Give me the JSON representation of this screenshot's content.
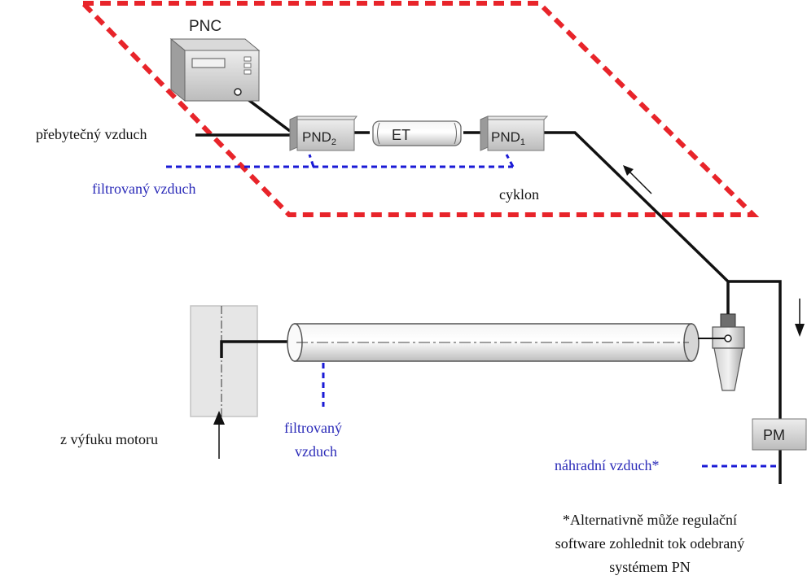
{
  "labels": {
    "pnc": "PNC",
    "pnd2": "PND",
    "pnd2_sub": "2",
    "et": "ET",
    "pnd1": "PND",
    "pnd1_sub": "1",
    "pm": "PM",
    "excess_air": "přebytečný vzduch",
    "filtered_air_top": "filtrovaný vzduch",
    "cyclone": "cyklon",
    "exhaust": "z výfuku motoru",
    "filtered_air_bottom_line1": "filtrovaný",
    "filtered_air_bottom_line2": "vzduch",
    "makeup_air": "náhradní vzduch*",
    "footnote_line1": "*Alternativně může regulační",
    "footnote_line2": "software zohlednit tok odebraný",
    "footnote_line3": "systémem PN"
  },
  "colors": {
    "red_dashed": "#e8242a",
    "blue_dashed": "#1a1ad6",
    "blue_text": "#2a2ab8",
    "line": "#111111"
  }
}
